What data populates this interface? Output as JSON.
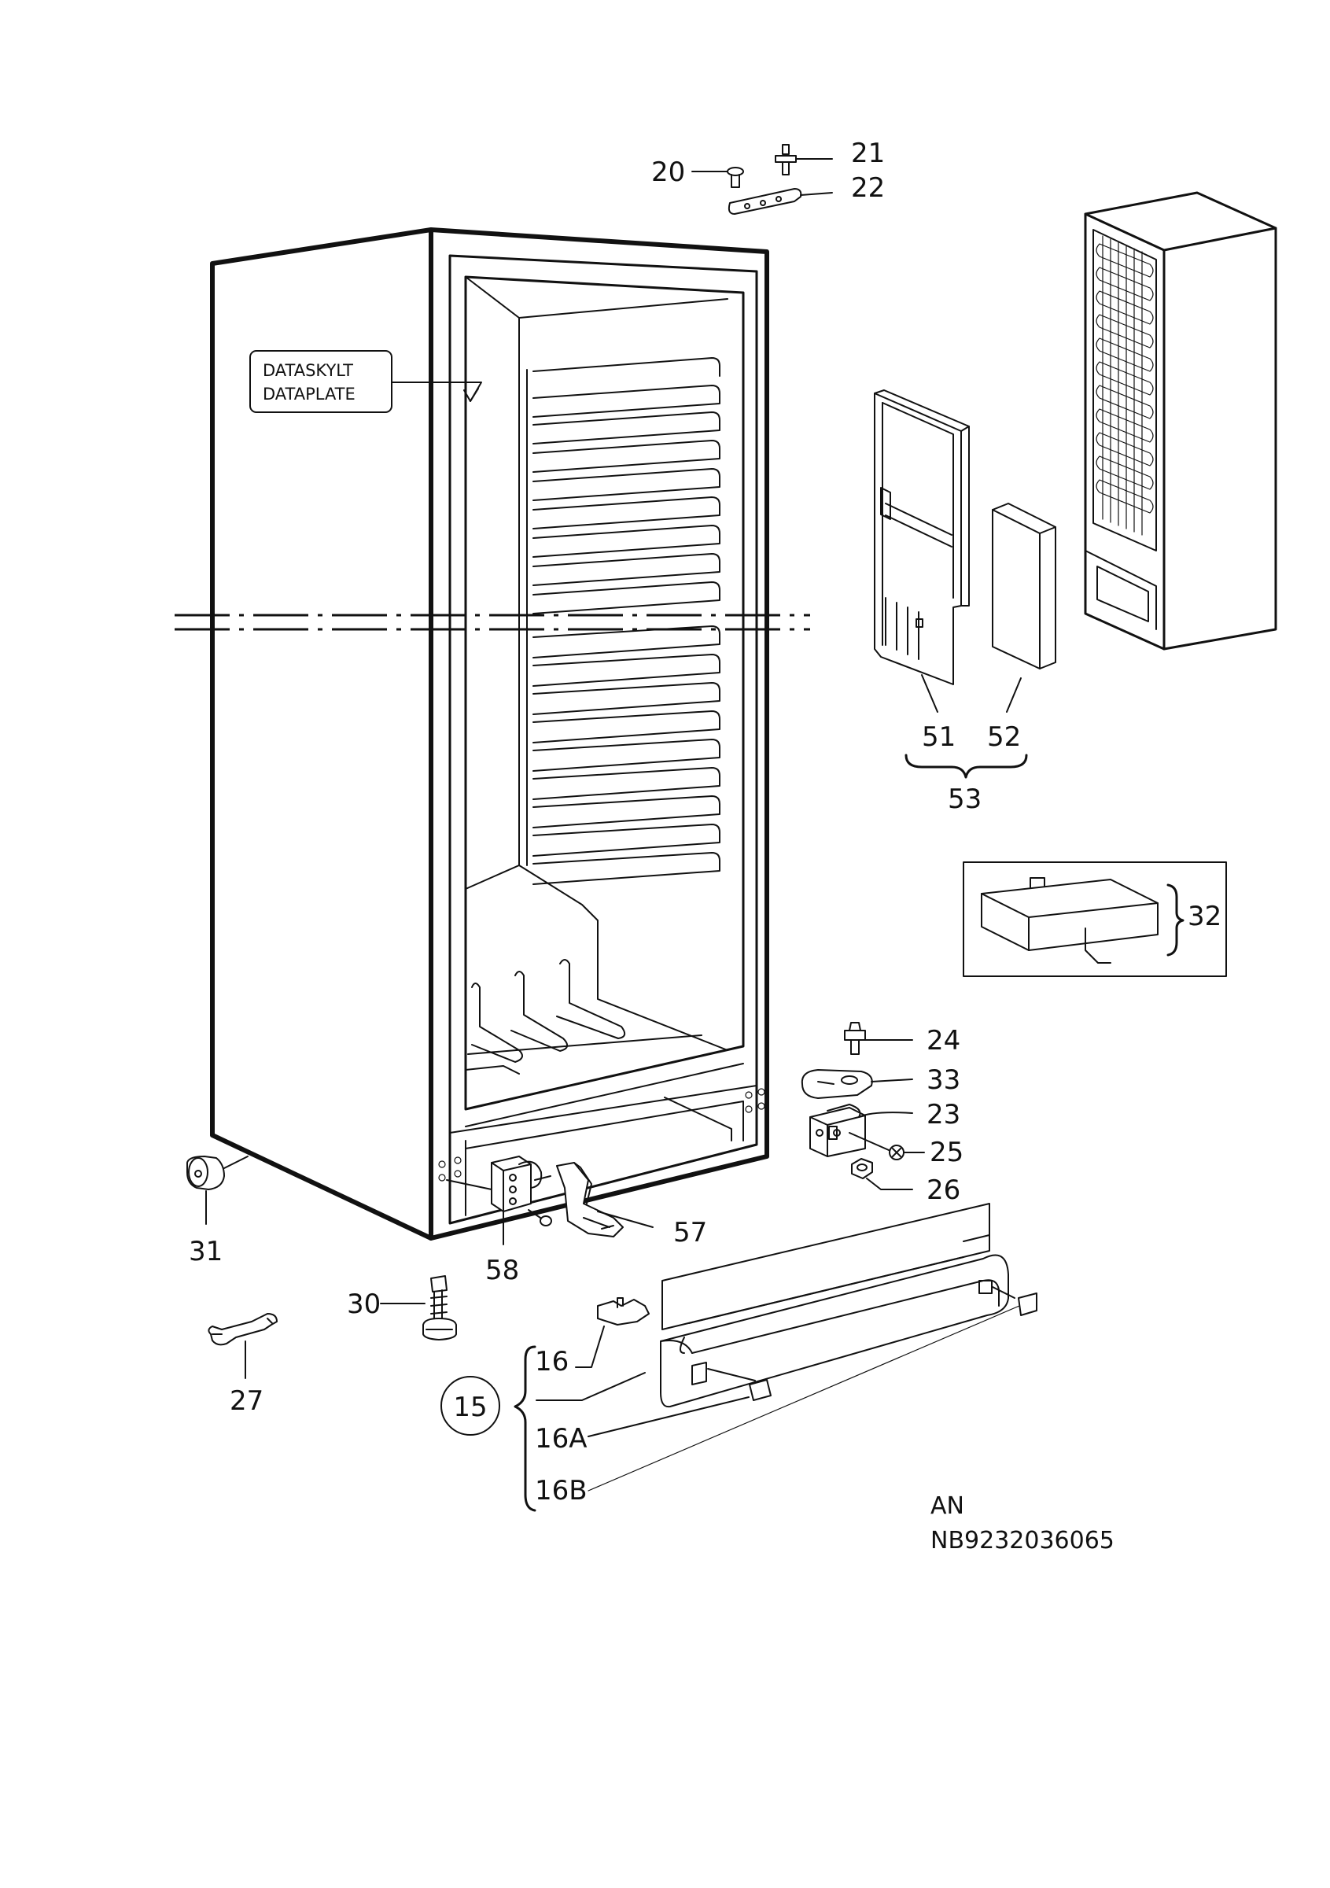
{
  "nameplate": {
    "line1": "DATASKYLT",
    "line2": "DATAPLATE"
  },
  "callouts": {
    "c20": "20",
    "c21": "21",
    "c22": "22",
    "c51": "51",
    "c52": "52",
    "c53": "53",
    "c32": "32",
    "c24": "24",
    "c33": "33",
    "c23": "23",
    "c25": "25",
    "c26": "26",
    "c57": "57",
    "c58": "58",
    "c31": "31",
    "c30": "30",
    "c27": "27",
    "c16": "16",
    "c15": "15",
    "c16a": "16A",
    "c16b": "16B"
  },
  "footer": {
    "lang": "AN",
    "code": "NB9232036065"
  }
}
